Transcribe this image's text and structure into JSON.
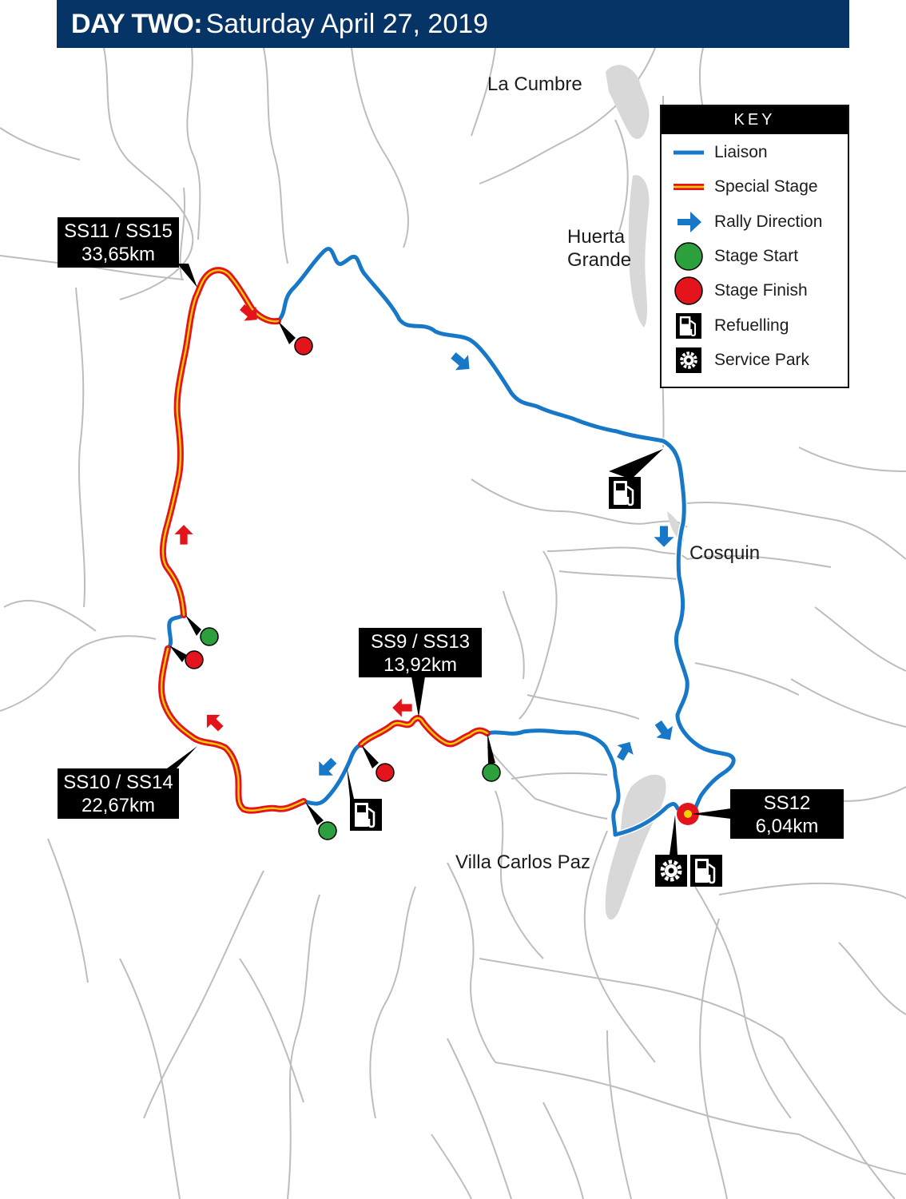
{
  "header": {
    "day": "DAY TWO:",
    "date": "Saturday April 27, 2019"
  },
  "colors": {
    "header_bg": "#073467",
    "liaison": "#1878C8",
    "special_stage_outer": "#E3141B",
    "special_stage_inner": "#F5D000",
    "stage_start": "#2CA03C",
    "stage_finish": "#E3141B",
    "roads": "#BDBDBD",
    "urban": "#D6D6D6"
  },
  "towns": {
    "la_cumbre": "La Cumbre",
    "huerta_grande_1": "Huerta",
    "huerta_grande_2": "Grande",
    "cosquin": "Cosquin",
    "villa_carlos_paz": "Villa Carlos Paz"
  },
  "stages": {
    "ss11_15": {
      "name": "SS11 / SS15",
      "distance": "33,65km"
    },
    "ss9_13": {
      "name": "SS9 / SS13",
      "distance": "13,92km"
    },
    "ss10_14": {
      "name": "SS10 / SS14",
      "distance": "22,67km"
    },
    "ss12": {
      "name": "SS12",
      "distance": "6,04km"
    }
  },
  "key": {
    "title": "KEY",
    "items": [
      {
        "icon": "liaison-line-icon",
        "label": "Liaison"
      },
      {
        "icon": "special-stage-line-icon",
        "label": "Special Stage"
      },
      {
        "icon": "rally-direction-arrow-icon",
        "label": "Rally Direction"
      },
      {
        "icon": "stage-start-dot-icon",
        "label": "Stage Start"
      },
      {
        "icon": "stage-finish-dot-icon",
        "label": "Stage Finish"
      },
      {
        "icon": "fuel-pump-icon",
        "label": "Refuelling"
      },
      {
        "icon": "gear-icon",
        "label": "Service Park"
      }
    ]
  }
}
